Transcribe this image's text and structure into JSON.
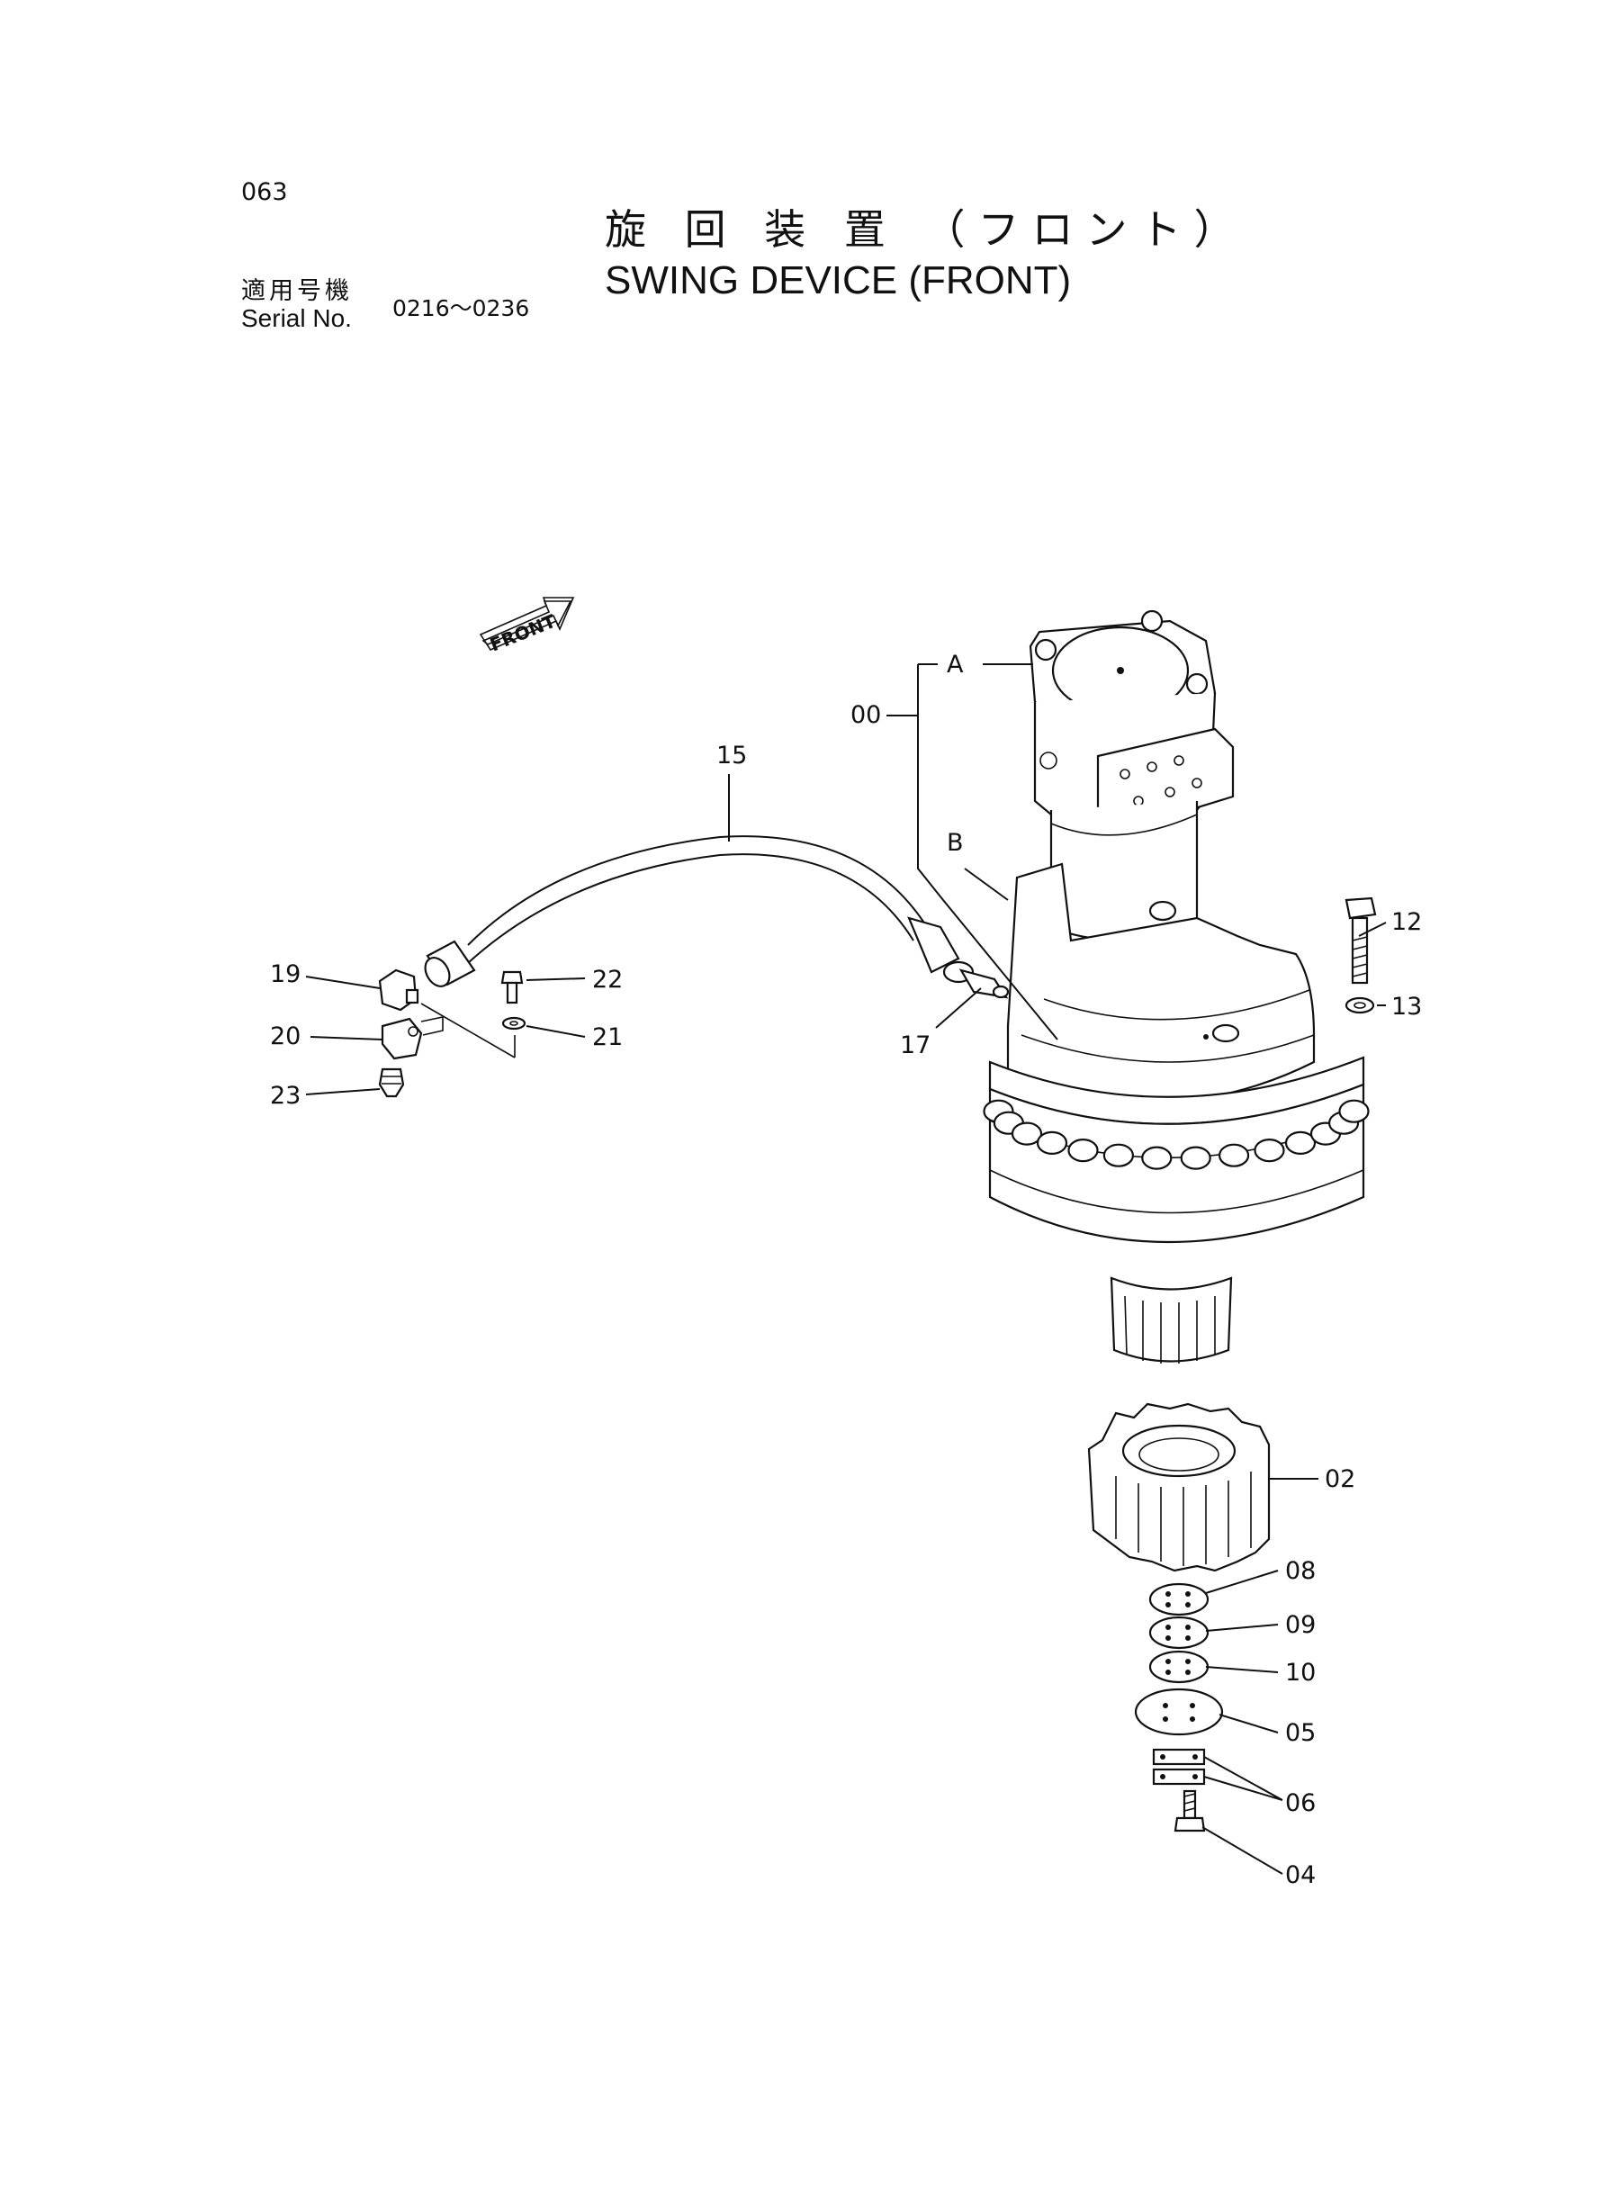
{
  "header": {
    "page_number": "063",
    "title_ja": "旋 回 装 置 （フロント）",
    "title_en": "SWING DEVICE (FRONT)",
    "serial_label_ja": "適用号機",
    "serial_label_en": "Serial No.",
    "serial_range": "0216～0236"
  },
  "diagram": {
    "front_arrow_text": "FRONT",
    "callouts": {
      "c00": "00",
      "cA": "A",
      "cB": "B",
      "c15": "15",
      "c12": "12",
      "c13": "13",
      "c17": "17",
      "c19": "19",
      "c20": "20",
      "c21": "21",
      "c22": "22",
      "c23": "23",
      "c02": "02",
      "c08": "08",
      "c09": "09",
      "c10": "10",
      "c05": "05",
      "c06": "06",
      "c04": "04"
    }
  }
}
